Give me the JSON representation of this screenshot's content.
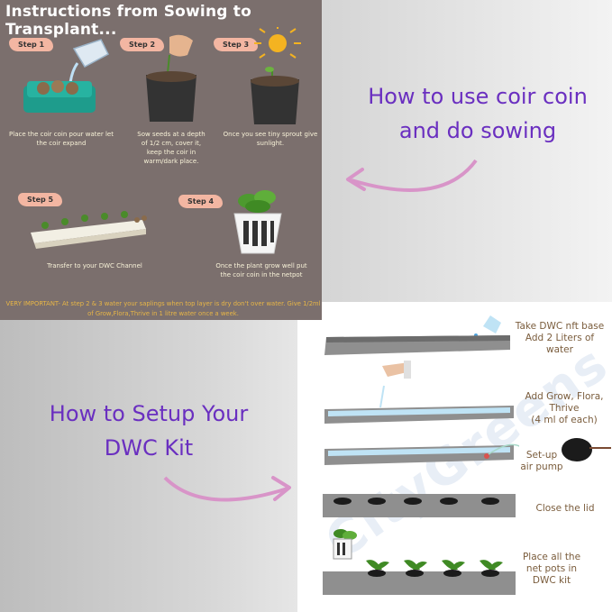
{
  "panel": {
    "title": "Instructions from Sowing to Transplant...",
    "steps": [
      {
        "badge": "Step 1",
        "caption": "Place the coir coin  pour water let the coir expand"
      },
      {
        "badge": "Step 2",
        "caption": "Sow seeds at a depth of 1/2 cm, cover it, keep the coir in warm/dark place."
      },
      {
        "badge": "Step 3",
        "caption": "Once you see tiny sprout give sunlight."
      },
      {
        "badge": "Step 5",
        "caption": "Transfer to your DWC Channel"
      },
      {
        "badge": "Step 4",
        "caption": "Once the plant grow well put the coir coin in the netpot"
      }
    ],
    "note": "VERY IMPORTANT- At step 2 & 3 water your saplings when top layer is dry don't over water. Give 1/2ml of Grow,Flora,Thrive in  1 litre water once a week."
  },
  "right_heading": {
    "line1": "How to use coir coin",
    "line2": "and do sowing"
  },
  "left_heading": {
    "line1": "How to Setup Your",
    "line2": "DWC Kit"
  },
  "dwc_steps": [
    {
      "line1": "Take DWC nft base",
      "line2": "Add 2 Liters of",
      "line3": "water"
    },
    {
      "line1": "Add Grow, Flora,",
      "line2": "Thrive",
      "line3": "(4 ml of each)"
    },
    {
      "line1": "Set-up",
      "line2": "air pump"
    },
    {
      "line1": "Close the lid"
    },
    {
      "line1": "Place all the",
      "line2": "net pots in",
      "line3": "DWC kit"
    }
  ],
  "watermark": "CityGreens",
  "colors": {
    "panel": "#7b6f6d",
    "purple": "#6a2fc0",
    "arrow": "#d894c8",
    "step_text": "#7a5c3c",
    "note": "#e8b646"
  }
}
